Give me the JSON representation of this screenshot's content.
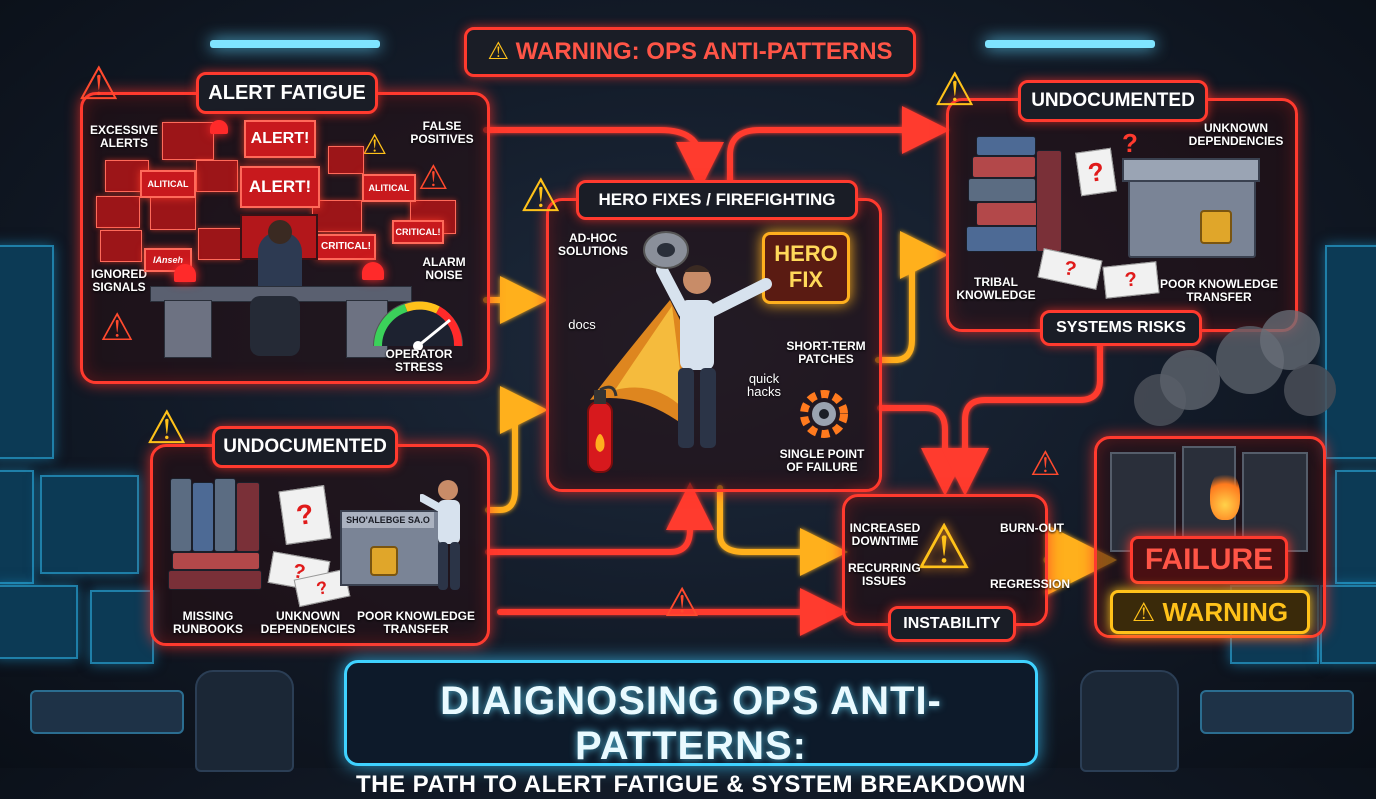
{
  "header": {
    "warning_title": "WARNING: OPS ANTI-PATTERNS"
  },
  "alert_fatigue": {
    "title": "ALERT FATIGUE",
    "excessive_alerts": "EXCESSIVE\nALERTS",
    "false_positives": "FALSE\nPOSITIVES",
    "ignored_signals": "IGNORED\nSIGNALS",
    "alarm_noise": "ALARM\nNOISE",
    "operator_stress": "OPERATOR STRESS",
    "screens": {
      "alert_1": "ALERT!",
      "alert_2": "ALERT!",
      "critical_1": "ALITICAL",
      "critical_2": "ALITICAL",
      "critical_3": "CRITICAL!",
      "critical_4": "CRITICAL!",
      "glitch": "lAnseh"
    }
  },
  "hero_fixes": {
    "title": "HERO FIXES / FIREFIGHTING",
    "ad_hoc": "AD-HOC\nSOLUTIONS",
    "docs": "docs",
    "quick_hacks": "quick\nhacks",
    "short_term": "SHORT-TERM\nPATCHES",
    "single_point": "SINGLE POINT\nOF FAILURE",
    "hero_fix_sign": "HERO\nFIX"
  },
  "undocumented_top": {
    "title": "UNDOCUMENTED",
    "unknown_dependencies": "UNKNOWN\nDEPENDENCIES",
    "tribal_knowledge": "TRIBAL\nKNOWLEDGE",
    "poor_transfer": "POOR KNOWLEDGE\nTRANSFER",
    "systems_risks": "SYSTEMS RISKS"
  },
  "undocumented_bottom": {
    "title": "UNDOCUMENTED",
    "missing_runbooks": "MISSING\nRUNBOOKS",
    "unknown_dependencies": "UNKNOWN\nDEPENDENCIES",
    "poor_transfer": "POOR KNOWLEDGE\nTRANSFER",
    "box_label": "SHO'ALEBGE SA.O"
  },
  "instability": {
    "title": "INSTABILITY",
    "increased_downtime": "INCREASED\nDOWNTIME",
    "burn_out": "BURN-OUT",
    "recurring_issues": "RECURRING\nISSUES",
    "regression": "REGRESSION"
  },
  "failure": {
    "failure_label": "FAILURE",
    "warning_label": "WARNING"
  },
  "footer": {
    "title": "DIAIGNOSING OPS ANTI-PATTERNS:",
    "subtitle": "THE PATH TO ALERT FATIGUE & SYSTEM BREAKDOWN"
  },
  "colors": {
    "neon_red": "#ff3a2e",
    "neon_amber": "#ffb01e",
    "neon_cyan": "#3fd2ff",
    "warning_yellow": "#ffc21a"
  }
}
